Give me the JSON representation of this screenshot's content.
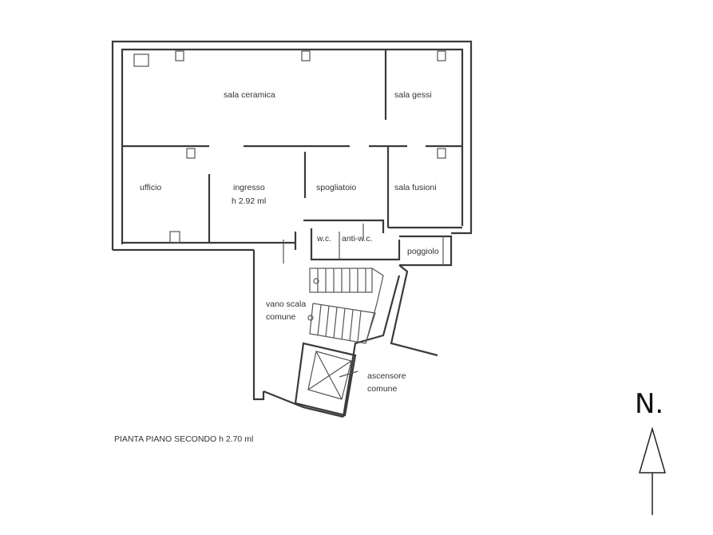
{
  "rooms": {
    "sala_ceramica": "sala ceramica",
    "sala_gessi": "sala gessi",
    "ufficio": "ufficio",
    "ingresso": "ingresso",
    "ingresso_height": "h 2.92 ml",
    "spogliatoio": "spogliatoio",
    "sala_fusioni": "sala fusioni",
    "wc": "w.c.",
    "anti_wc": "anti-w.c.",
    "poggiolo": "poggiolo",
    "vano_scala_1": "vano scala",
    "vano_scala_2": "comune",
    "ascensore_1": "ascensore",
    "ascensore_2": "comune"
  },
  "caption": "PIANTA PIANO SECONDO h 2.70 ml",
  "north_label": "N."
}
